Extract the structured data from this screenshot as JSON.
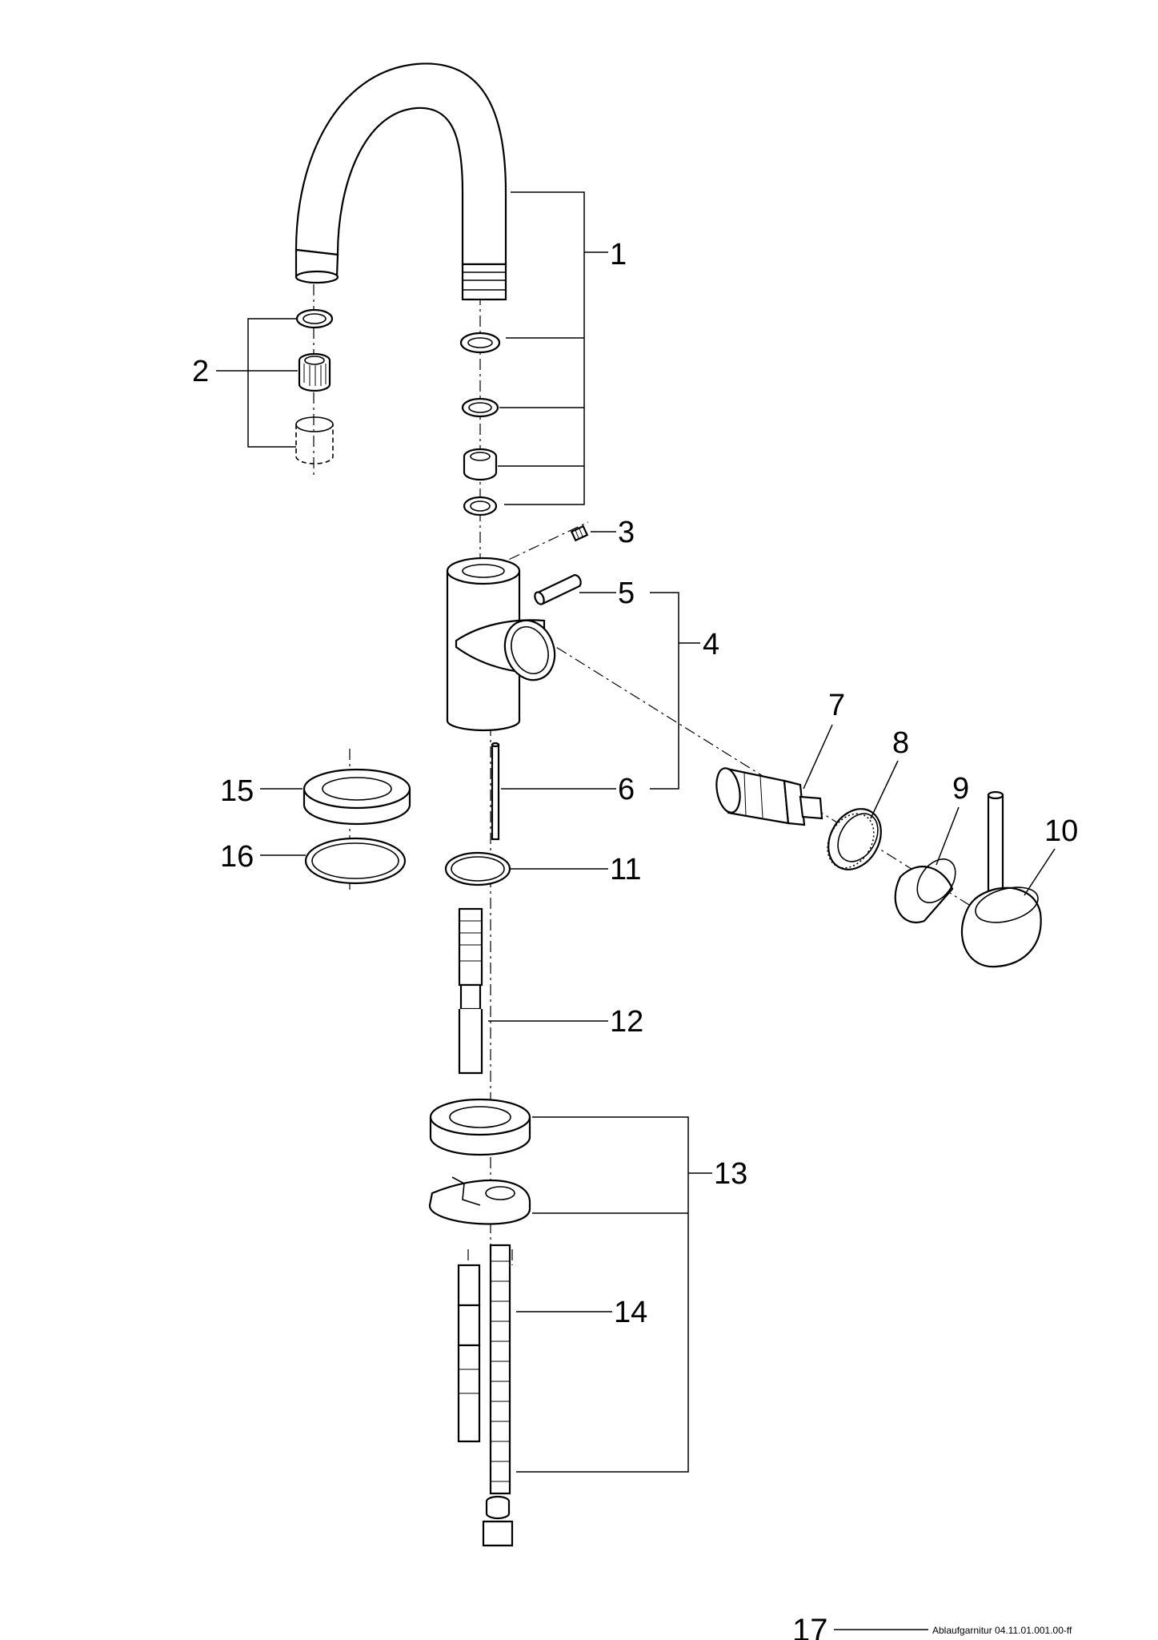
{
  "callouts": [
    "1",
    "2",
    "3",
    "4",
    "5",
    "6",
    "7",
    "8",
    "9",
    "10",
    "11",
    "12",
    "13",
    "14",
    "15",
    "16"
  ],
  "footer": {
    "page_number": "17",
    "reference": "Ablaufgarnitur 04.11.01.001.00-ff"
  },
  "colors": {
    "line": "#000000",
    "background": "#ffffff"
  }
}
